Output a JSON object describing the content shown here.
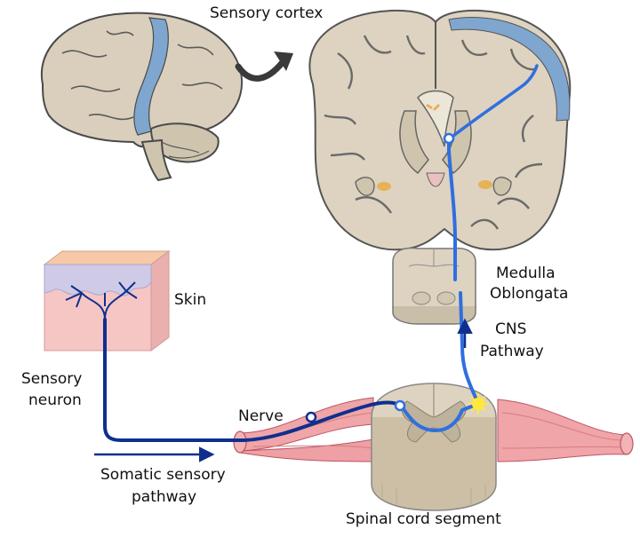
{
  "labels": {
    "sensory_cortex": "Sensory cortex",
    "medulla_line1": "Medulla",
    "medulla_line2": "Oblongata",
    "skin": "Skin",
    "cns_line1": "CNS",
    "cns_line2": "Pathway",
    "sensory_neuron_line1": "Sensory",
    "sensory_neuron_line2": "neuron",
    "nerve": "Nerve",
    "somatic_line1": "Somatic sensory",
    "somatic_line2": "pathway",
    "spinal_cord_segment": "Spinal cord segment"
  },
  "colors": {
    "neuron_dark": "#0f2f8f",
    "neuron_light": "#2f6fe0",
    "cortex_highlight": "#7fa6cf",
    "brain_tissue": "#ddd3c0",
    "brain_outline": "#5a5a5a",
    "nerve_pink": "#f0a5a8",
    "skin_pink": "#f6c6c4",
    "synapse_yellow": "#ffe83a"
  }
}
